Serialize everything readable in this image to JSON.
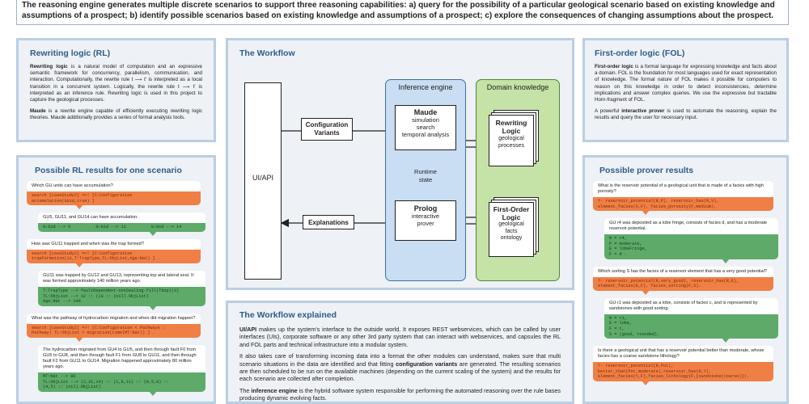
{
  "header": {
    "text": "The reasoning engine generates multiple discrete scenarios to support three reasoning capabilities:  a) query for the possibility of a particular geological scenario based on existing knowledge and assumptions of a prospect; b) identify possible scenarios based on existing knowledge and assumptions of a prospect; c) explore the consequences of changing assumptions about the prospect."
  },
  "rl": {
    "title": "Rewriting logic (RL)",
    "p1_term": "Rewriting logic",
    "p1": " is a natural model of computation and an expressive semantic framework for concurrency, parallelism, communication, and interaction. Computationally, the rewrite rule t ⟶ t′ is interpreted as a local transition in a concurrent system. Logically, the rewrite rule t ⟶ t′ is interpreted as an inference rule. Rewriting logic is used in this project to capture the geological processes.",
    "p2_term": "Maude",
    "p2": " is a rewrite engine capable of efficiently executing rewriting logic theories. Maude additionally provides a series of formal analysis tools."
  },
  "rlres": {
    "title": "Possible RL results for one scenario",
    "items": [
      {
        "q": "Which GU units can have accumulation?",
        "qc": "search [caseStudy2] =>! [C:Configuration\naccumulation(GUid,true) ]",
        "a": "GU5, GU11, and GU14 can have accumulation.",
        "ac": "G:Gid --> 5          G:Gid --> 11          G:Gid --> 14"
      },
      {
        "q": "How was GU11 trapped and when was the trap formed?",
        "qc": "search [caseStudy2] =>! [C:Configuration\ntrapFormation(11,T:TrapType,TL:ObjList,Age:Nat) ] .",
        "a": "GU11 was trapped by GU12 and GU13, representing top and lateral seal. It was formed approximately 140 million years ago.",
        "ac": "T:TrapType --> faultDependent-nonSealing-fill(Tdop)(3)\nTL:ObjList --> 12 :: (13 :: (nil).ObjList)\nAge:Nat --> 140"
      },
      {
        "q": "What was the pathway of hydrocarbon migration and when did migration happen?",
        "qc": "search [caseStudy2] =>! [C:Configuration < Pathways :\nPathway| TL:ObjList > migration(time(MT:Nat)) ] .",
        "a": "The hydrocarbon migrated from GU4 to GU5, and then through fault F0 from GU5 to GU8, and then through fault F1 from GU8 to GU11, and then through fault F2 from GU11 to GU14. Migration happened approximately 80 million years ago.",
        "ac": "MT:Nat --> 80\nTL:ObjList --> (2,31,14) :: (1,8,11) :: (0,5,8) ::\n(4,5) :: (nil).ObjList)"
      }
    ]
  },
  "wf": {
    "title": "The Workflow",
    "ui": "UI/API",
    "config": "Configuration\nVariants",
    "explanations": "Explanations",
    "inference": "Inference engine",
    "domain": "Domain knowledge",
    "maude_t": "Maude",
    "maude_s": "simulation\nsearch\ntemporal analysis",
    "runtime": "Runtime\nstate",
    "prolog_t": "Prolog",
    "prolog_s": "interactive\nprover",
    "rwl_t": "Rewriting\nLogic",
    "rwl_s": "geological\nprocesses",
    "fol_t": "First-Order\nLogic",
    "fol_s": "geological\nfacts\nontology",
    "colors": {
      "inference": "#c9ddf3",
      "domain": "#c5e2a7"
    }
  },
  "wfx": {
    "title": "The Workflow explained",
    "p1_term": "UI/API",
    "p1": " makes up the system's interface to the outside world. It exposes REST webservices, which can be called by user interfaces (UIs), corporate software or any other 3rd party system that can interact with webservices, and capsules the RL and FOL parts and technical infrastructure into a modular system.",
    "p2a": "It also takes care of transforming incoming data into a format the other modules can understand, makes sure that multi scenario situations in the data are identified and that fitting ",
    "p2_term": "configuration variants",
    "p2b": " are generated. The resulting scenarios are then scheduled to be run on the available machines (depending on the current scaling of the system) and the results for each scenario are collected after completion.",
    "p3_term": "inference engine",
    "p3a": "The ",
    "p3b": " is the hybrid software system responsible for performing the automated reasoning over the rule bases producing dynamic evolving facts."
  },
  "fol": {
    "title": "First-order logic (FOL)",
    "p1_term": "First-order logic",
    "p1": " is a formal language for expressing knowledge and facts about a domain. FOL is the foundation for most languages used for exact representation of knowledge. The formal nature of FOL makes it possible for computers to reason on this knowledge in order to detect inconsistencies, determine implications and answer complex queries. We use the expressive but tractable Horn-fragment of FOL.",
    "p2a": "A powerful ",
    "p2_term": "interactive prover",
    "p2b": " is used to automate the reasoning, explain the results and query the user for necessary input."
  },
  "prover": {
    "title": "Possible prover results",
    "items": [
      {
        "q": "What is the reservoir potential of a geological unit that is made of  a facies with high porosity?",
        "qc": "?- reservoir_potential(R,P), reservoir_has(R,V),\nelement_facies(V,F), facies_porosity(F,medium).",
        "a": "GU r4 was deposited as a lobe fringe, consists of facies d, and has a moderate reservoir potential.",
        "ac": "R = r4,\nP = moderate,\nE = lobeFringe,\nF = d ."
      },
      {
        "q": "Which sorting S has the facies of a reservoir element that has a very good potential?",
        "qc": "?- reservoir_potential(R,very_good), reservoir_has(R,E),\nelement_facies(E,F), facies_sorting(F,S).",
        "a": "GU r1 was deposited as a lobe, consists of facies c, and is represented by sandstones with good sorting.",
        "ac": "R = r1,\nE = lobe,\nF = c,\nS = (good, rounded)."
      },
      {
        "q": "Is there a geological unit that has a reservoir potential better than moderate, whose facies has a coarse sandstone lithology?",
        "qc": "?- reservoir_potential(R,Pot),\nbetter_than(Pot,moderate),reservoir_has(R,Y),\nelement_facies(Y,F),facies_lithology(F,[sandstone(coarse)]).",
        "a": "",
        "ac": ""
      }
    ]
  }
}
